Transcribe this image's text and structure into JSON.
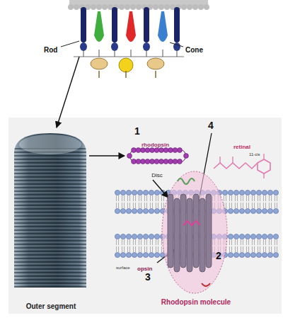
{
  "diagram": {
    "nodes": [
      {
        "text": [
          "Outer segment"
        ]
      },
      {
        "text": [
          "1",
          "rhodopsin",
          "Disc"
        ]
      },
      {
        "text": [
          "2",
          "Rhodopsin molecule"
        ]
      }
    ],
    "edges": [
      {
        "from": 0,
        "to": 1,
        "arrow": "to"
      },
      {
        "from": 1,
        "to": 2,
        "arrow": "to"
      }
    ],
    "labels": [
      "Rod",
      "Cone",
      "4",
      "retinal",
      "11-cis",
      "opsin",
      "3",
      "surface"
    ]
  }
}
